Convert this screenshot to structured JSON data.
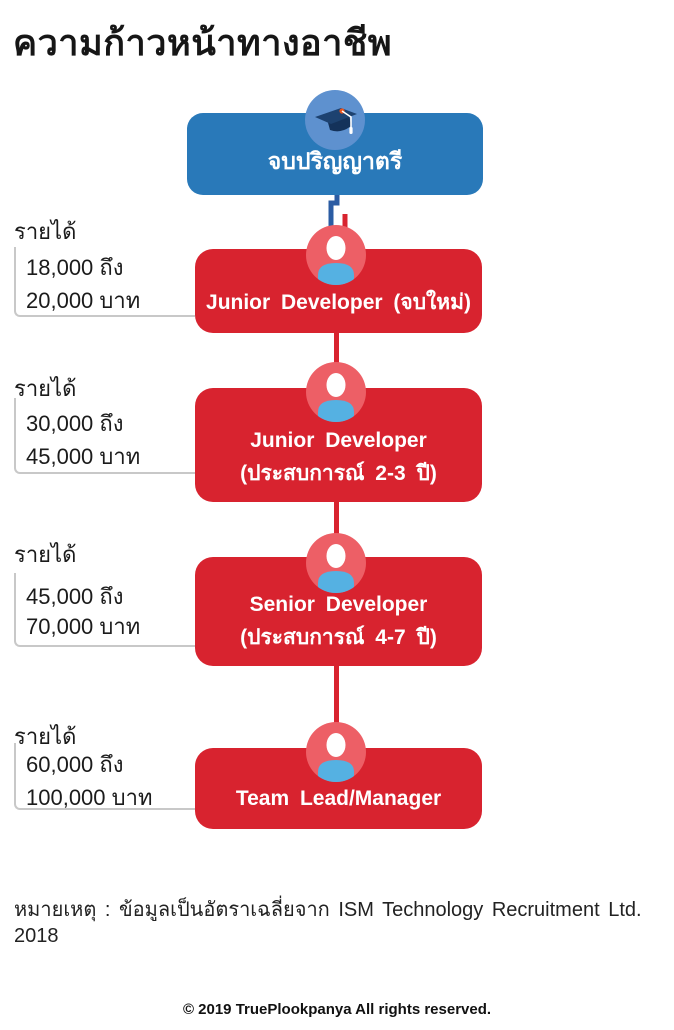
{
  "title": "ความก้าวหน้าทางอาชีพ",
  "start_node": {
    "label": "จบปริญญาตรี",
    "icon": "graduation-cap-icon"
  },
  "steps": [
    {
      "title": "Junior Developer (จบใหม่)",
      "icon": "person-icon",
      "income": {
        "label": "รายได้",
        "from": "18,000 ถึง",
        "to": "20,000 บาท"
      }
    },
    {
      "title": "Junior Developer",
      "subtitle": "(ประสบการณ์ 2-3 ปี)",
      "icon": "person-icon",
      "income": {
        "label": "รายได้",
        "from": "30,000 ถึง",
        "to": "45,000 บาท"
      }
    },
    {
      "title": "Senior Developer",
      "subtitle": "(ประสบการณ์ 4-7 ปี)",
      "icon": "person-icon",
      "income": {
        "label": "รายได้",
        "from": "45,000 ถึง",
        "to": "70,000 บาท"
      }
    },
    {
      "title": "Team Lead/Manager",
      "icon": "person-icon",
      "income": {
        "label": "รายได้",
        "from": "60,000 ถึง",
        "to": "100,000 บาท"
      }
    }
  ],
  "footnote": "หมายเหตุ : ข้อมูลเป็นอัตราเฉลี่ยจาก ISM Technology Recruitment Ltd. 2018",
  "copyright": "© 2019 TruePlookpanya All rights reserved.",
  "colors": {
    "primary_blue": "#2979b9",
    "node_circle_blue": "#5e91cf",
    "connector_blue": "#2b5ca3",
    "primary_red": "#d8232f",
    "node_circle_red": "#ed5f66",
    "person_body_blue": "#55b1e2",
    "bracket_gray": "#c8c8c8",
    "text_dark": "#1b1b1b"
  }
}
